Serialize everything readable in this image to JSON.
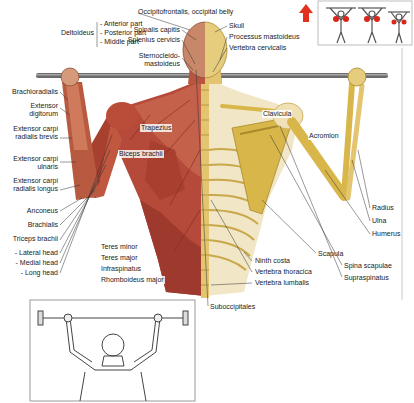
{
  "diagram": {
    "labels": [
      "Occipitofrontalis, occipital belly",
      "Deltoideus",
      "- Anterior part",
      "- Posterior part",
      "- Middle part",
      "Spinalis capitis",
      "Splenius cervicis",
      "Sternocleido-mastoideus",
      "Skull",
      "Processus mastoideus",
      "Vertebra cervicalis",
      "Brachioradialis",
      "Extensor digitorum",
      "Extensor carpi radialis brevis",
      "Extensor carpi ulnaris",
      "Extensor carpi radialis longus",
      "Anconeus",
      "Brachialis",
      "Triceps brachii",
      "- Lateral head",
      "- Medial head",
      "- Long head",
      "Trapezius",
      "Biceps brachii",
      "Clavicula",
      "Acromion",
      "Radius",
      "Ulna",
      "Humerus",
      "Scapula",
      "Spina scapulae",
      "Supraspinatus",
      "Teres minor",
      "Teres major",
      "Infraspinatus",
      "Rhomboideus major",
      "Ninth costa",
      "Vertebra thoracica",
      "Vertebra lumbalis",
      "Suboccipitales"
    ]
  }
}
